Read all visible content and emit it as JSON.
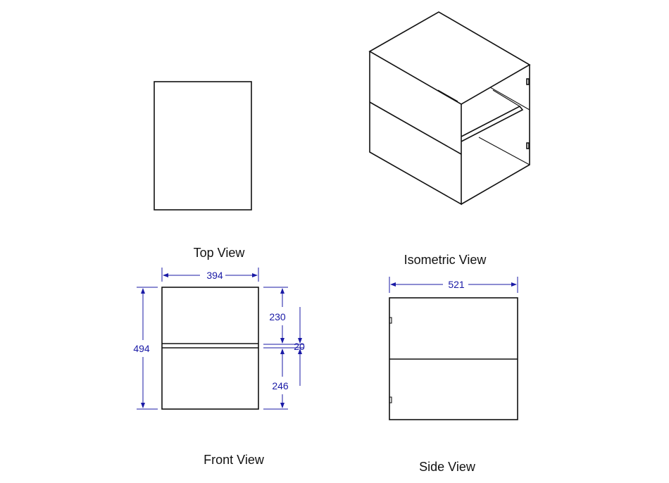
{
  "labels": {
    "top_view": "Top View",
    "isometric_view": "Isometric View",
    "front_view": "Front View",
    "side_view": "Side View"
  },
  "dimensions": {
    "front_width": "394",
    "front_height": "494",
    "upper_height": "230",
    "gap": "20",
    "lower_height": "246",
    "side_depth": "521"
  },
  "colors": {
    "outline": "#111111",
    "dimension": "#1a1aa6",
    "background": "#ffffff"
  }
}
